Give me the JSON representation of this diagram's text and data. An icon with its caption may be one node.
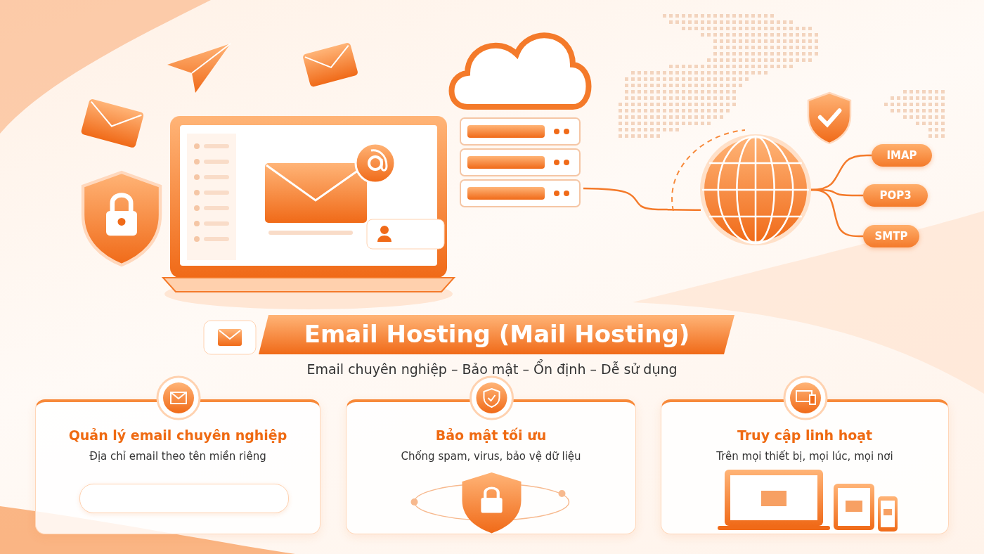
{
  "diagram": {
    "title": "Email Hosting (Mail Hosting)",
    "nodes": [
      {
        "text": [],
        "shape": "picture"
      },
      {
        "text": [],
        "shape": "picture"
      },
      {
        "text": [],
        "shape": "picture"
      },
      {
        "text": [
          "IMAP"
        ]
      },
      {
        "text": [
          "POP3"
        ]
      },
      {
        "text": [
          "SMTP"
        ]
      },
      {
        "text": [
          "Quản lý email chuyên nghiệp",
          "Địa chỉ email theo tên miền riêng"
        ]
      },
      {
        "text": [
          "Bảo mật tối ưu",
          "Chống spam, virus, bảo vệ dữ liệu"
        ]
      },
      {
        "text": [
          "Truy cập linh hoạt",
          "Trên mọi thiết bị, mọi lúc, mọi nơi"
        ]
      }
    ],
    "edges": [
      {
        "from": 1,
        "to": 2,
        "arrow": "none"
      },
      {
        "from": 2,
        "to": 3,
        "arrow": "none"
      },
      {
        "from": 2,
        "to": 4,
        "arrow": "none"
      },
      {
        "from": 2,
        "to": 5,
        "arrow": "none"
      }
    ],
    "labels": [
      "Email chuyên nghiệp – Bảo mật – Ổn định – Dễ sử dụng"
    ]
  }
}
